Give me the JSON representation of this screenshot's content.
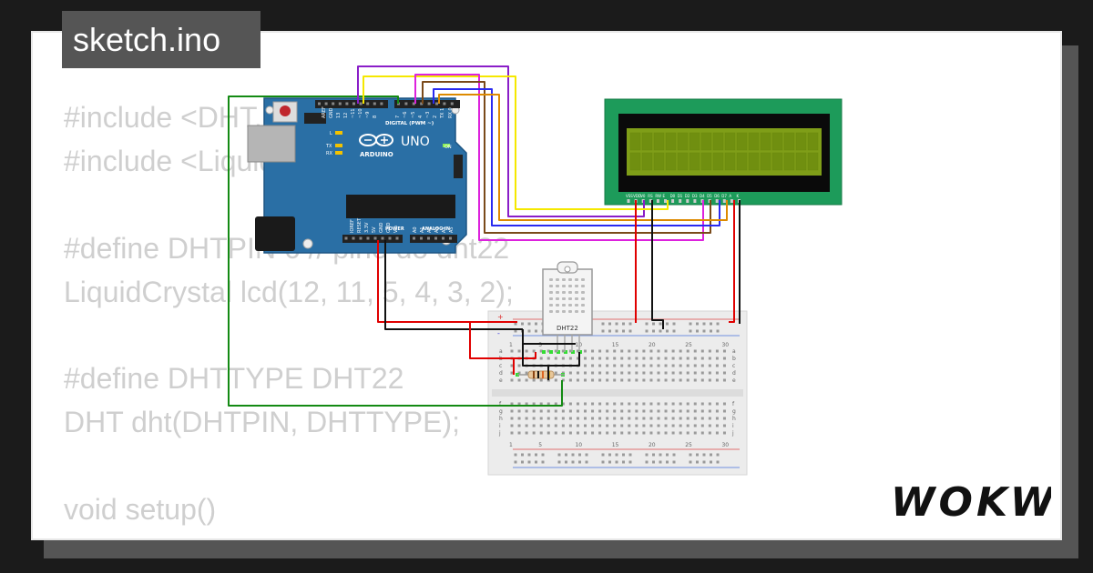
{
  "title": "sketch.ino",
  "code_lines": [
    "#include <DHT.h>",
    "#include <LiquidCrystal.h>",
    "",
    "#define DHTPIN 6 // pino do dht22",
    "LiquidCrystal lcd(12, 11, 5, 4, 3, 2);",
    "",
    "#define DHTTYPE DHT22",
    "DHT dht(DHTPIN, DHTTYPE);",
    "",
    "void setup()",
    "{"
  ],
  "arduino": {
    "label_digital": "DIGITAL (PWM ~)",
    "label_uno": "UNO",
    "label_arduino": "ARDUINO",
    "label_on": "ON",
    "label_power": "POWER",
    "label_analog": "ANALOG IN",
    "label_l": "L",
    "label_tx": "TX",
    "label_rx": "RX",
    "label_aref": "AREF",
    "label_gnd": "GND",
    "pins_top": [
      "13",
      "12",
      "~11",
      "~10",
      "~9",
      "8",
      "7",
      "~6",
      "~5",
      "4",
      "~3",
      "2",
      "TX 1",
      "RX 0"
    ],
    "pins_power": [
      "IOREF",
      "RESET",
      "3.3V",
      "5V",
      "GND",
      "GND",
      "Vin"
    ],
    "pins_analog": [
      "A0",
      "A1",
      "A2",
      "A3",
      "A4",
      "A5"
    ]
  },
  "lcd": {
    "pin_labels": [
      "VSS",
      "VDD",
      "V0",
      "RS",
      "RW",
      "E",
      "D0",
      "D1",
      "D2",
      "D3",
      "D4",
      "D5",
      "D6",
      "D7",
      "A",
      "K"
    ]
  },
  "dht": {
    "label": "DHT22"
  },
  "breadboard": {
    "col_numbers": [
      "1",
      "5",
      "10",
      "15",
      "20",
      "25",
      "30"
    ],
    "rows_top": [
      "a",
      "b",
      "c",
      "d",
      "e"
    ],
    "rows_bottom": [
      "f",
      "g",
      "h",
      "i",
      "j"
    ],
    "rail_symbols": [
      "+",
      "-"
    ]
  },
  "logo": {
    "text": "WOKWi"
  },
  "colors": {
    "background": "#1b1b1b",
    "card": "#ffffff",
    "title_bg": "#555555",
    "code_text": "#cfcfcf",
    "arduino_board": "#2a6fa5",
    "lcd_board": "#1d9b5a",
    "lcd_screen": "#7f9e18",
    "wire_red": "#e00000",
    "wire_black": "#111111",
    "wire_green": "#138a13",
    "wire_yellow": "#f5e800",
    "wire_purple": "#8a1ec8",
    "wire_magenta": "#dd22dd",
    "wire_orange": "#dd8a00",
    "wire_blue": "#2a2af0",
    "wire_brown": "#7a4a1a"
  }
}
